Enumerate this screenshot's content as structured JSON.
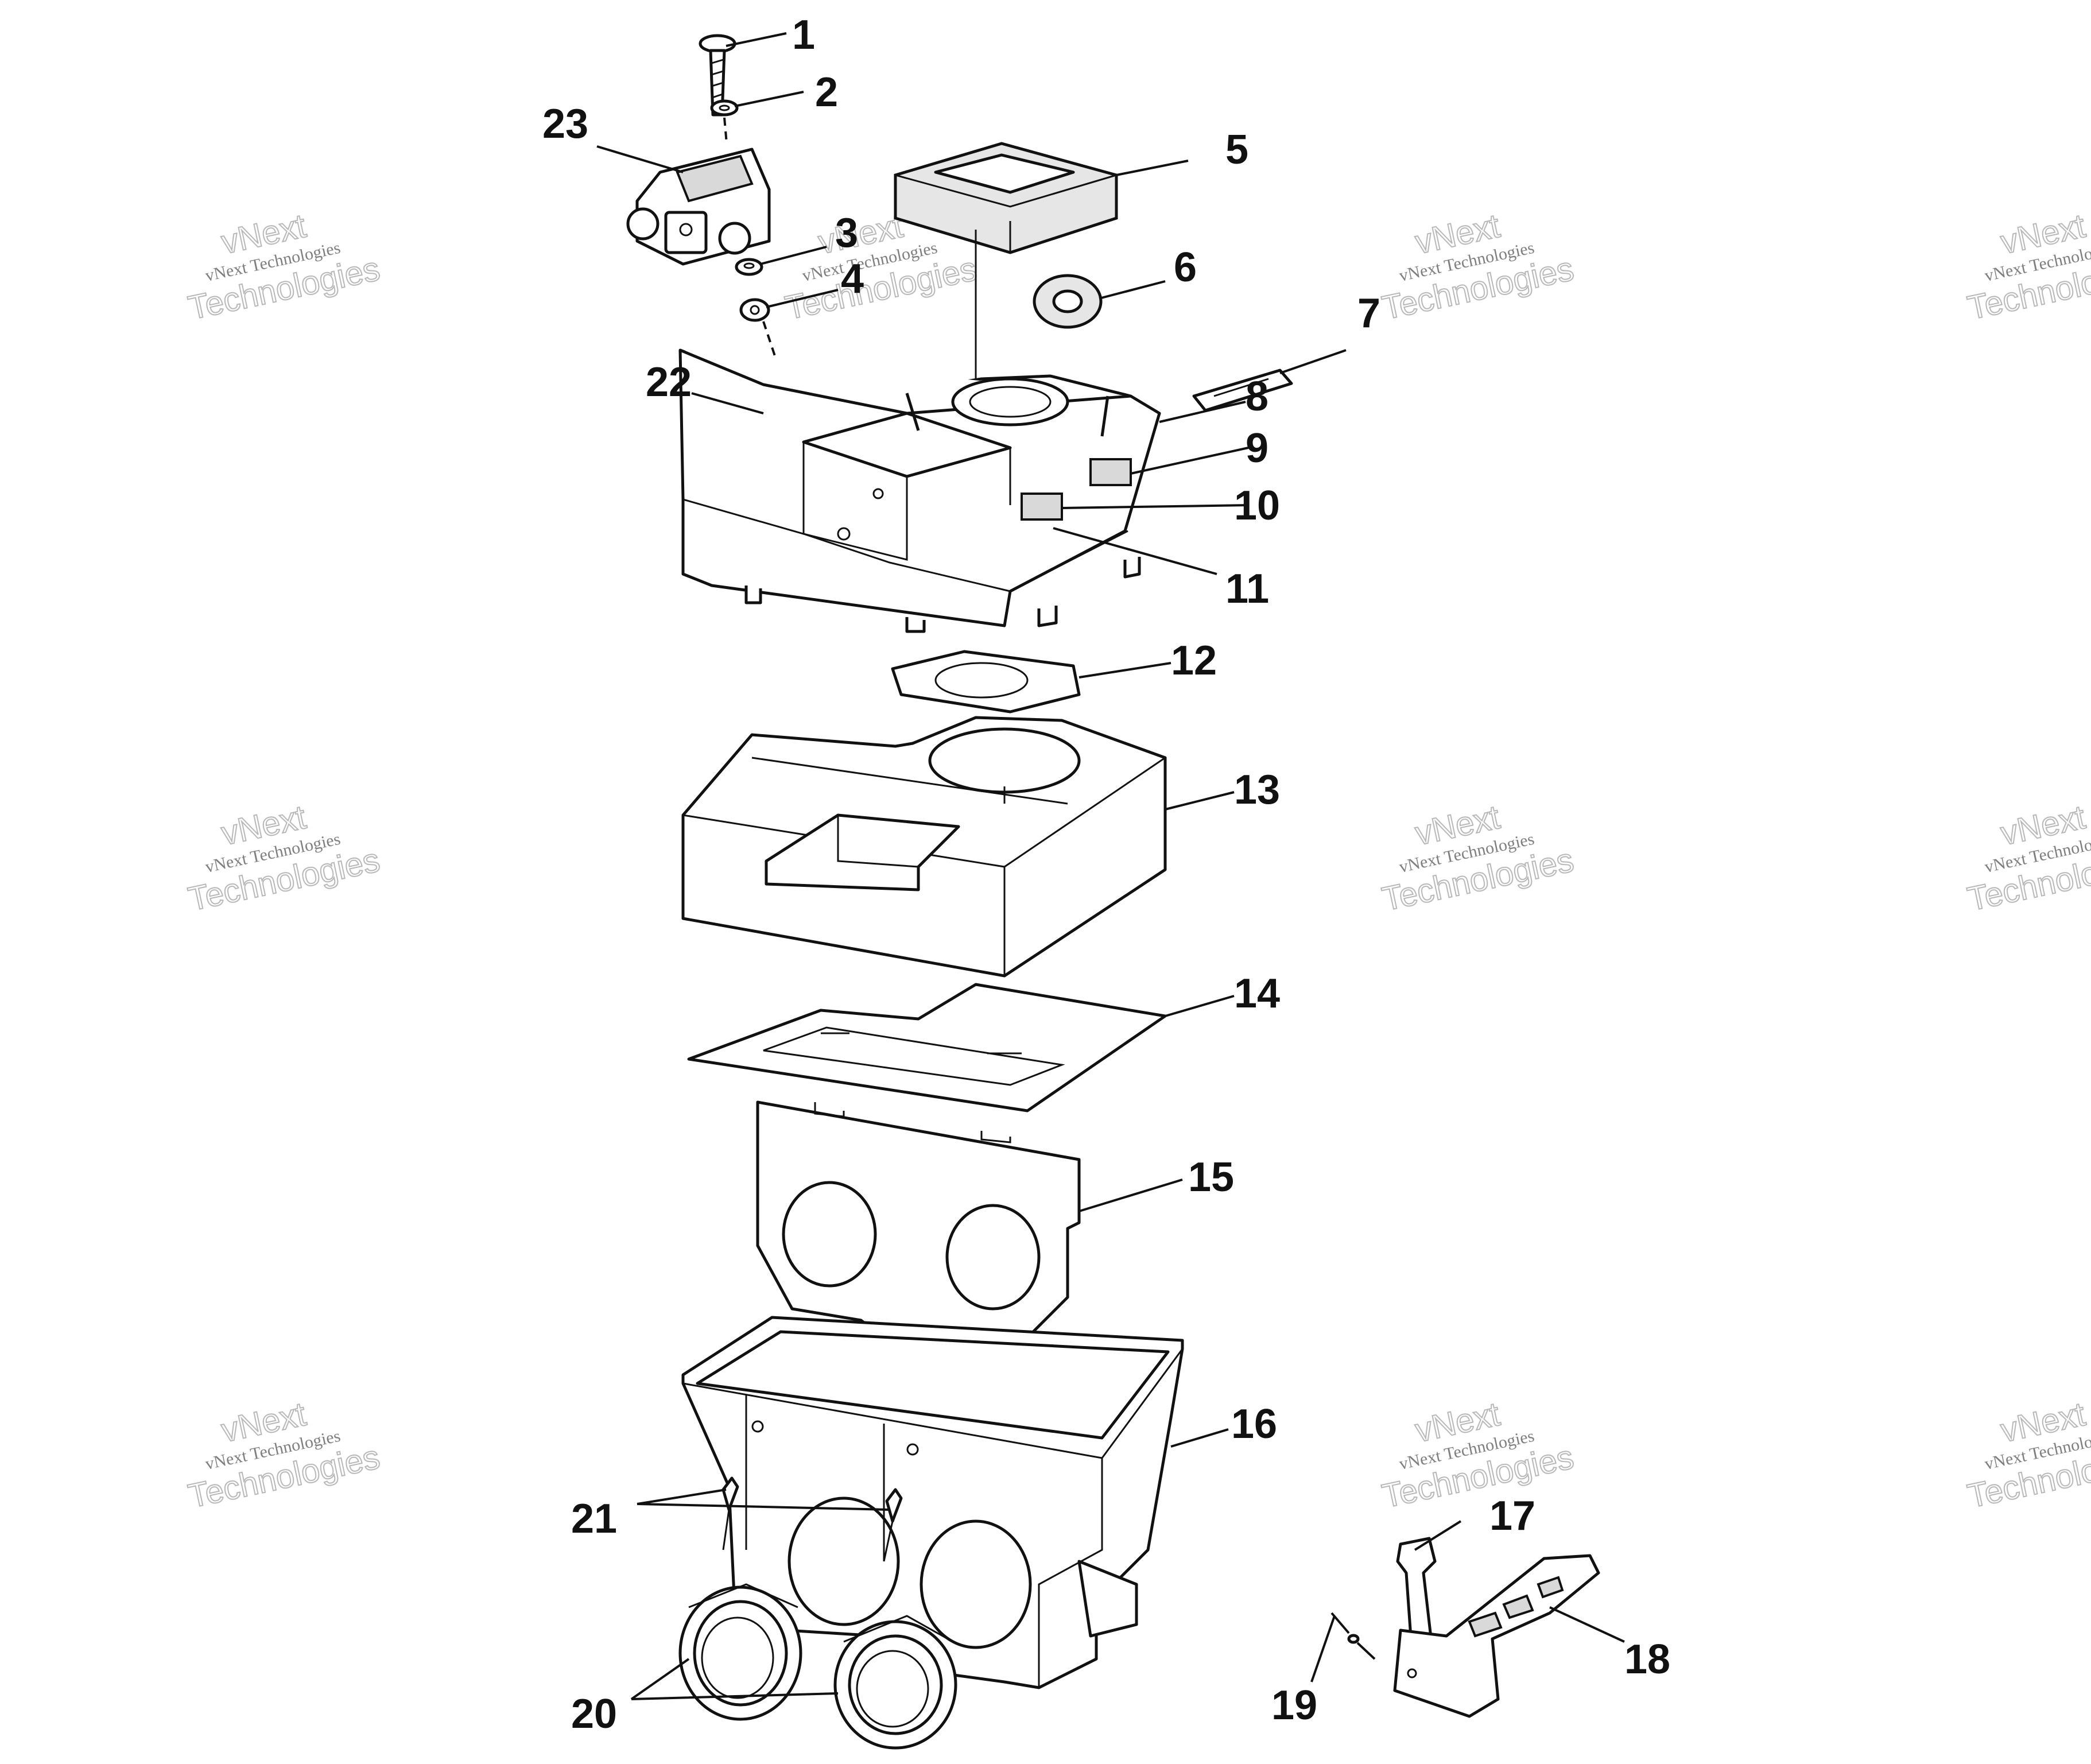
{
  "watermark": {
    "line1": "vNext Technologies",
    "line2": "Technologies",
    "line3": "vNext"
  },
  "callouts": [
    "1",
    "2",
    "3",
    "4",
    "5",
    "6",
    "7",
    "8",
    "9",
    "10",
    "11",
    "12",
    "13",
    "14",
    "15",
    "16",
    "17",
    "18",
    "19",
    "20",
    "21",
    "22",
    "23"
  ],
  "colors": {
    "ink": "#111111",
    "background": "#ffffff",
    "watermark": "#9a9a9a"
  }
}
